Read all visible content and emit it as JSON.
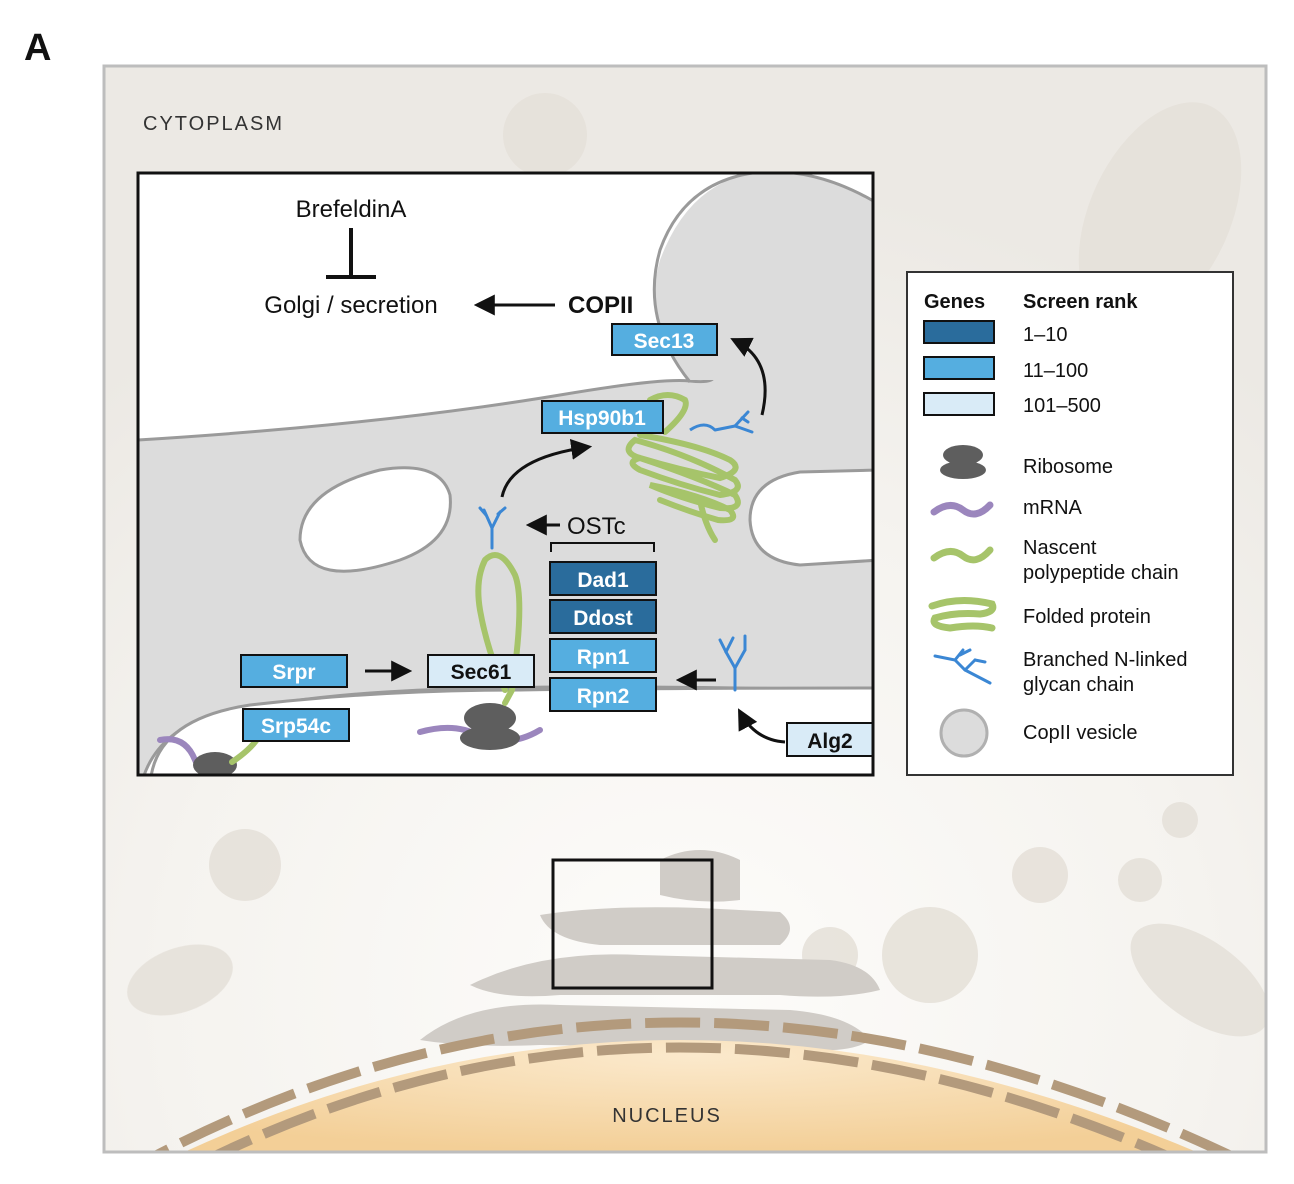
{
  "panel_label": "A",
  "regions": {
    "cytoplasm": "CYTOPLASM",
    "nucleus": "NUCLEUS"
  },
  "inset": {
    "inhibitor": "BrefeldinA",
    "destination": "Golgi / secretion",
    "copii": "COPII",
    "ostc": "OSTc"
  },
  "genes": {
    "sec13": "Sec13",
    "hsp90b1": "Hsp90b1",
    "dad1": "Dad1",
    "ddost": "Ddost",
    "rpn1": "Rpn1",
    "rpn2": "Rpn2",
    "srpr": "Srpr",
    "sec61": "Sec61",
    "srp54c": "Srp54c",
    "alg2": "Alg2"
  },
  "legend": {
    "genes_header": "Genes",
    "rank_header": "Screen rank",
    "ranks": [
      {
        "label": "1–10",
        "color": "#2a6c9c"
      },
      {
        "label": "11–100",
        "color": "#55aee0"
      },
      {
        "label": "101–500",
        "color": "#d9ebf7"
      }
    ],
    "items": [
      {
        "icon": "ribosome-icon",
        "label": "Ribosome"
      },
      {
        "icon": "mrna-icon",
        "label": "mRNA"
      },
      {
        "icon": "nascent-chain-icon",
        "label": "Nascent polypeptide chain"
      },
      {
        "icon": "folded-protein-icon",
        "label": "Folded protein"
      },
      {
        "icon": "glycan-icon",
        "label": "Branched N-linked glycan chain"
      },
      {
        "icon": "copii-vesicle-icon",
        "label": "CopII vesicle"
      }
    ]
  },
  "colors": {
    "rank_top10": "#2a6c9c",
    "rank_top100": "#55aee0",
    "rank_top500": "#d9ebf7",
    "ribosome": "#5e5e5e",
    "mrna": "#9b86bd",
    "polypeptide": "#a6c46a",
    "glycan": "#3b87d4",
    "er_membrane": "#dcdcdc",
    "nuclear_envelope": "#b39a7c",
    "nucleus_fill": "#f6d7a5"
  }
}
